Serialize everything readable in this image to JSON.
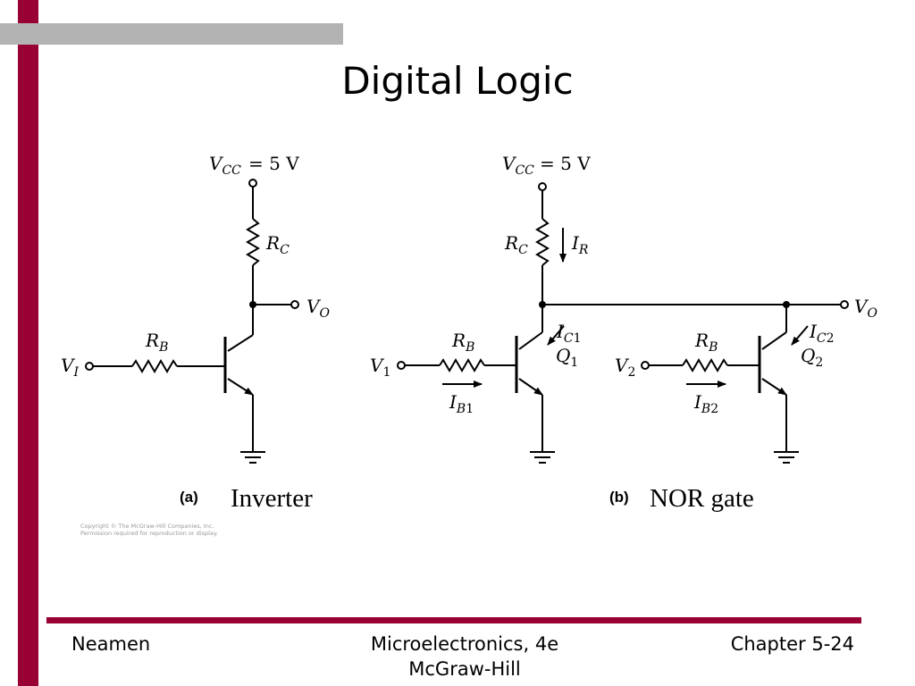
{
  "slide": {
    "title": "Digital Logic",
    "accent_color": "#990033",
    "top_bar_color": "#b3b3b3"
  },
  "footer": {
    "author": "Neamen",
    "book_line1": "Microelectronics, 4e",
    "book_line2": "McGraw-Hill",
    "chapter": "Chapter 5-24"
  },
  "copyright": {
    "line1": "Copyright © The McGraw-Hill Companies, Inc.",
    "line2": "Permission required for reproduction or display."
  },
  "circuit_a": {
    "letter": "(a)",
    "caption": "Inverter",
    "vcc": "= 5 V",
    "labels": {
      "vcc": "VCC",
      "rc": "RC",
      "rb": "RB",
      "vi": "VI",
      "vo": "VO"
    }
  },
  "circuit_b": {
    "letter": "(b)",
    "caption": "NOR gate",
    "vcc": "= 5 V",
    "labels": {
      "vcc": "VCC",
      "rc": "RC",
      "ir": "IR",
      "rb1": "RB",
      "rb2": "RB",
      "v1": "V1",
      "v2": "V2",
      "vo": "VO",
      "ib1": "IB1",
      "ib2": "IB2",
      "ic1": "IC1",
      "ic2": "IC2",
      "q1": "Q1",
      "q2": "Q2"
    }
  }
}
